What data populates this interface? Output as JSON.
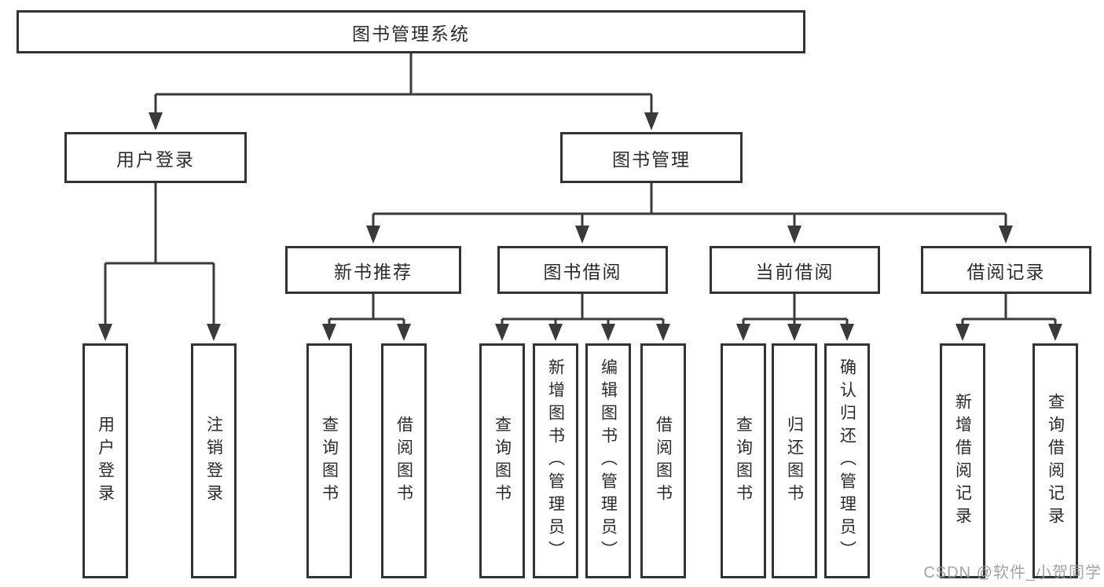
{
  "diagram": {
    "root": {
      "label": "图书管理系统"
    },
    "level2": {
      "user_login": {
        "label": "用户登录"
      },
      "book_management": {
        "label": "图书管理"
      }
    },
    "level3": {
      "new_books": {
        "label": "新书推荐"
      },
      "book_borrow": {
        "label": "图书借阅"
      },
      "current_borrow": {
        "label": "当前借阅"
      },
      "borrow_records": {
        "label": "借阅记录"
      }
    },
    "leaves": {
      "user_login": [
        "用户登录",
        "注销登录"
      ],
      "new_books": [
        "查询图书",
        "借阅图书"
      ],
      "book_borrow": [
        "查询图书",
        "新增图书（管理员）",
        "编辑图书（管理员）",
        "借阅图书"
      ],
      "current_borrow": [
        "查询图书",
        "归还图书",
        "确认归还（管理员）"
      ],
      "borrow_records": [
        "新增借阅记录",
        "查询借阅记录"
      ]
    }
  },
  "watermark": "CSDN @软件_小贺同学",
  "colors": {
    "line": "#3a3a3a",
    "box_border": "#333333",
    "text": "#2b2b2b",
    "watermark": "#9b9b9b",
    "background": "#ffffff"
  }
}
